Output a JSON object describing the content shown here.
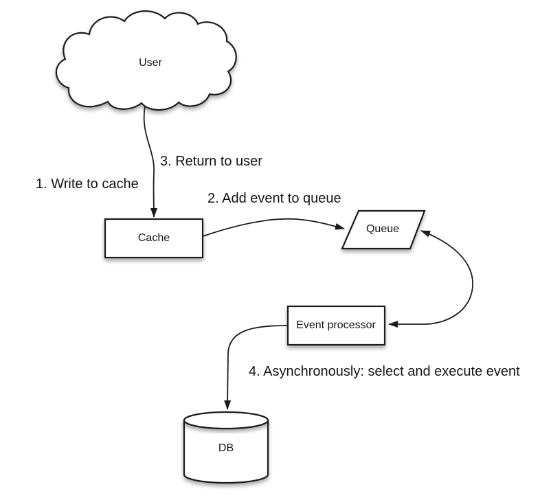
{
  "nodes": {
    "user": "User",
    "cache": "Cache",
    "queue": "Queue",
    "event_processor": "Event processor",
    "db": "DB"
  },
  "steps": {
    "step1": "1. Write to cache",
    "step2": "2. Add event to queue",
    "step3": "3. Return to user",
    "step4": "4. Asynchronously: select and execute event"
  },
  "colors": {
    "stroke": "#1b1b1b",
    "text": "#141414",
    "background": "#ffffff"
  }
}
